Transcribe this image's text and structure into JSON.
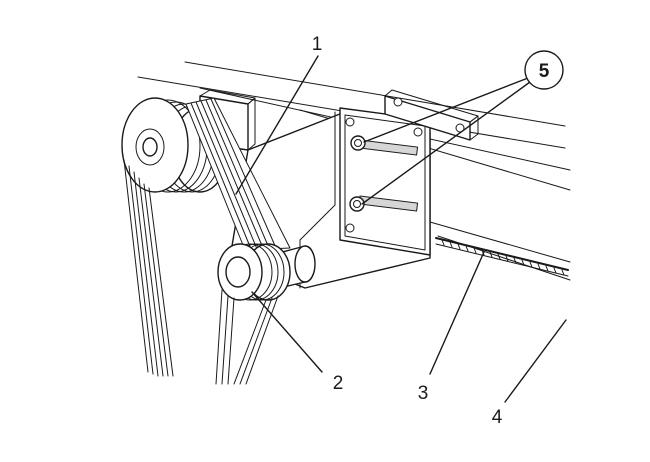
{
  "callouts": {
    "c1": "1",
    "c2": "2",
    "c3": "3",
    "c4": "4",
    "c5": "5"
  },
  "colors": {
    "ink": "#1a1a1a",
    "paper": "#ffffff",
    "shade": "#d6d6d6"
  },
  "icons": {
    "leader": "leader-line",
    "circle": "callout-circle"
  }
}
